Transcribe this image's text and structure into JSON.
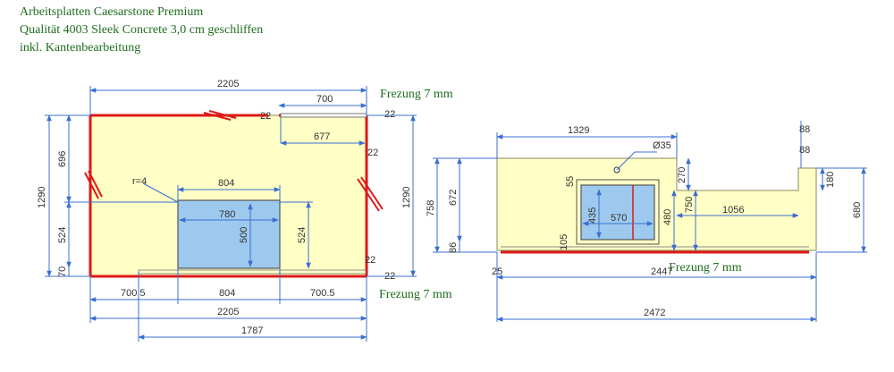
{
  "header": {
    "line1": "Arbeitsplatten Caesarstone Premium",
    "line2": "Qualität 4003 Sleek Concrete 3,0 cm geschliffen",
    "line3": "inkl. Kantenbearbeitung"
  },
  "left_drawing": {
    "frezung_top": "Frezung 7 mm",
    "frezung_bottom": "Frezung 7 mm",
    "dims": {
      "top_width": "2205",
      "top_right_seg": "700",
      "inner_677": "677",
      "left_height": "1290",
      "right_height": "1290",
      "h_696": "696",
      "h_524": "524",
      "h_70": "70",
      "radius": "r=4",
      "sink_outer_w": "804",
      "sink_w": "780",
      "sink_h": "500",
      "sink_outer_h": "524",
      "bottom_left": "700.5",
      "bottom_mid": "804",
      "bottom_right": "700.5",
      "bottom_total": "2205",
      "bottom_1787": "1787",
      "small_22a": "22",
      "small_22b": "22",
      "small_22c": "22",
      "small_22d": "22",
      "small_22e": "22"
    }
  },
  "right_drawing": {
    "frezung": "Frezung 7 mm",
    "dims": {
      "top_1329": "1329",
      "hole": "Ø35",
      "h_758": "758",
      "h_672": "672",
      "h_86": "86",
      "h_270": "270",
      "h_480": "480",
      "h_750": "750",
      "sink_h": "435",
      "sink_w": "570",
      "w_1056": "1056",
      "h_680": "680",
      "h_180": "180",
      "h_88a": "88",
      "h_88b": "88",
      "s_55": "55",
      "s_105": "105",
      "s_25": "25",
      "w_2447": "2447",
      "w_2472": "2472"
    }
  }
}
